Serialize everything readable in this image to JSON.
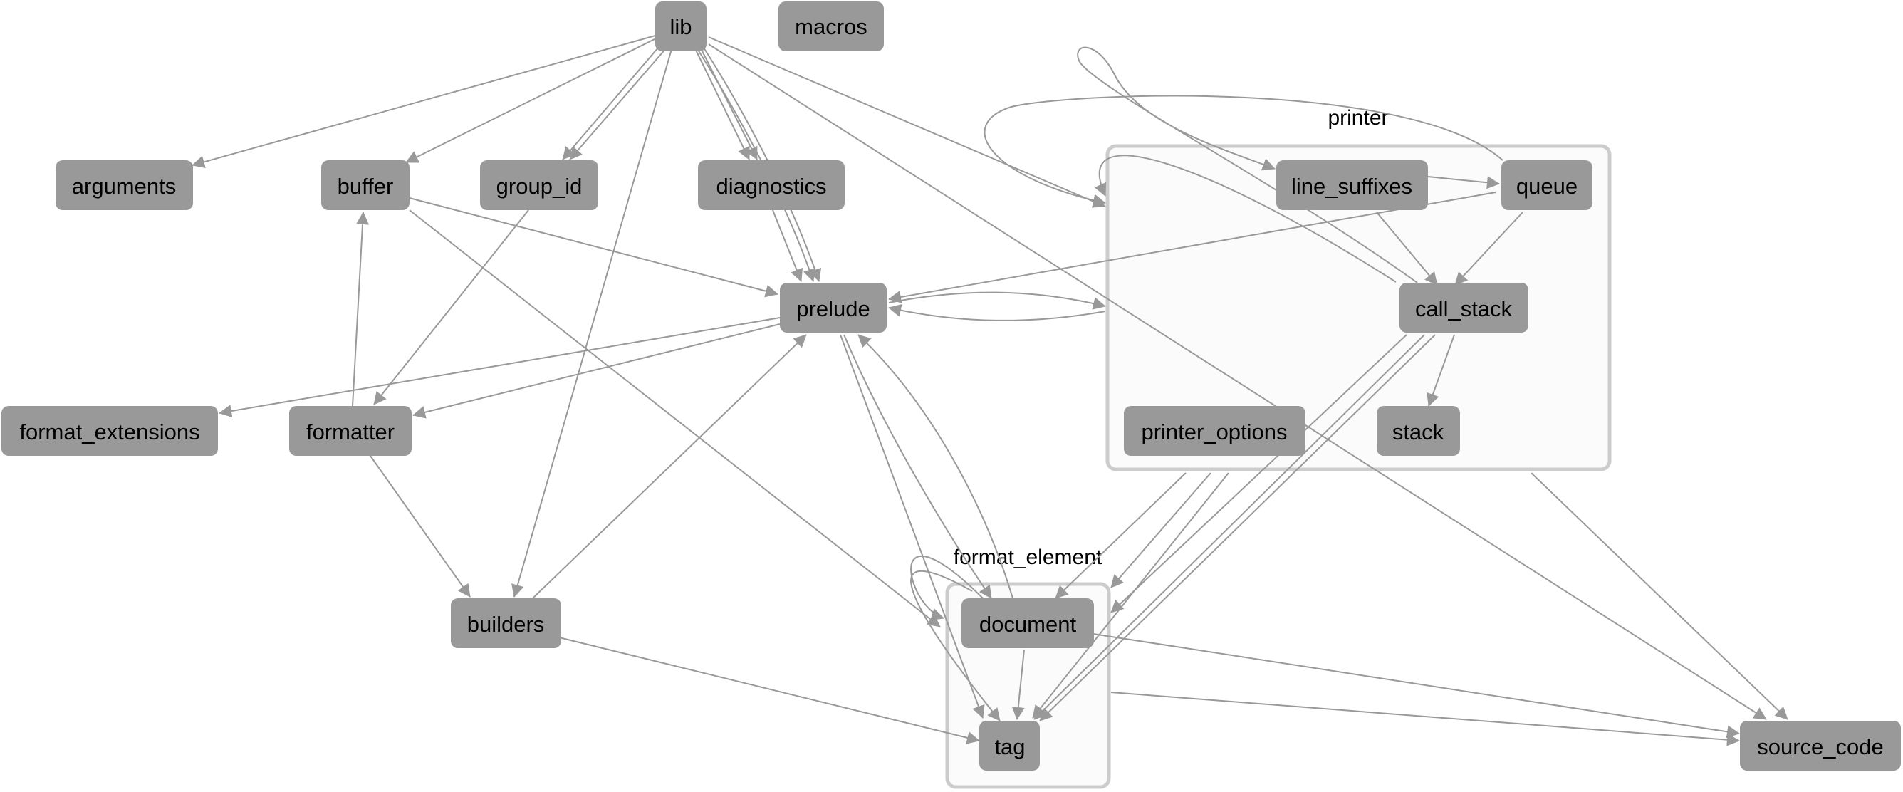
{
  "diagram": {
    "clusters": [
      {
        "id": "printer",
        "label": "printer"
      },
      {
        "id": "format_element",
        "label": "format_element"
      }
    ],
    "nodes": [
      {
        "id": "lib",
        "label": "lib"
      },
      {
        "id": "macros",
        "label": "macros"
      },
      {
        "id": "arguments",
        "label": "arguments"
      },
      {
        "id": "buffer",
        "label": "buffer"
      },
      {
        "id": "group_id",
        "label": "group_id"
      },
      {
        "id": "diagnostics",
        "label": "diagnostics"
      },
      {
        "id": "prelude",
        "label": "prelude"
      },
      {
        "id": "format_extensions",
        "label": "format_extensions"
      },
      {
        "id": "formatter",
        "label": "formatter"
      },
      {
        "id": "builders",
        "label": "builders"
      },
      {
        "id": "line_suffixes",
        "label": "line_suffixes"
      },
      {
        "id": "queue",
        "label": "queue"
      },
      {
        "id": "call_stack",
        "label": "call_stack"
      },
      {
        "id": "printer_options",
        "label": "printer_options"
      },
      {
        "id": "stack",
        "label": "stack"
      },
      {
        "id": "document",
        "label": "document"
      },
      {
        "id": "tag",
        "label": "tag"
      },
      {
        "id": "source_code",
        "label": "source_code"
      }
    ],
    "edges": [
      {
        "from": "lib",
        "to": "arguments"
      },
      {
        "from": "lib",
        "to": "buffer"
      },
      {
        "from": "lib",
        "to": "group_id"
      },
      {
        "from": "lib",
        "to": "group_id"
      },
      {
        "from": "lib",
        "to": "diagnostics"
      },
      {
        "from": "lib",
        "to": "diagnostics"
      },
      {
        "from": "lib",
        "to": "prelude"
      },
      {
        "from": "lib",
        "to": "prelude"
      },
      {
        "from": "lib",
        "to": "builders"
      },
      {
        "from": "lib",
        "to": "printer"
      },
      {
        "from": "lib",
        "to": "source_code"
      },
      {
        "from": "buffer",
        "to": "prelude"
      },
      {
        "from": "buffer",
        "to": "document"
      },
      {
        "from": "group_id",
        "to": "formatter"
      },
      {
        "from": "diagnostics",
        "to": "prelude"
      },
      {
        "from": "prelude",
        "to": "printer"
      },
      {
        "from": "printer",
        "to": "prelude"
      },
      {
        "from": "queue",
        "to": "prelude"
      },
      {
        "from": "prelude",
        "to": "format_extensions"
      },
      {
        "from": "prelude",
        "to": "formatter"
      },
      {
        "from": "prelude",
        "to": "document"
      },
      {
        "from": "prelude",
        "to": "tag"
      },
      {
        "from": "document",
        "to": "prelude"
      },
      {
        "from": "formatter",
        "to": "buffer"
      },
      {
        "from": "formatter",
        "to": "builders"
      },
      {
        "from": "builders",
        "to": "prelude"
      },
      {
        "from": "builders",
        "to": "tag"
      },
      {
        "from": "queue",
        "to": "printer"
      },
      {
        "from": "call_stack",
        "to": "printer"
      },
      {
        "from": "line_suffixes",
        "to": "queue"
      },
      {
        "from": "call_stack",
        "to": "line_suffixes"
      },
      {
        "from": "queue",
        "to": "call_stack"
      },
      {
        "from": "line_suffixes",
        "to": "call_stack"
      },
      {
        "from": "call_stack",
        "to": "stack"
      },
      {
        "from": "call_stack",
        "to": "tag"
      },
      {
        "from": "call_stack",
        "to": "tag"
      },
      {
        "from": "call_stack",
        "to": "format_element"
      },
      {
        "from": "printer_options",
        "to": "document"
      },
      {
        "from": "printer_options",
        "to": "format_element"
      },
      {
        "from": "printer_options",
        "to": "tag"
      },
      {
        "from": "printer",
        "to": "source_code"
      },
      {
        "from": "document",
        "to": "tag"
      },
      {
        "from": "document",
        "to": "source_code"
      },
      {
        "from": "format_element",
        "to": "source_code"
      },
      {
        "from": "format_element",
        "to": "document"
      },
      {
        "from": "format_element",
        "to": "tag"
      }
    ]
  }
}
